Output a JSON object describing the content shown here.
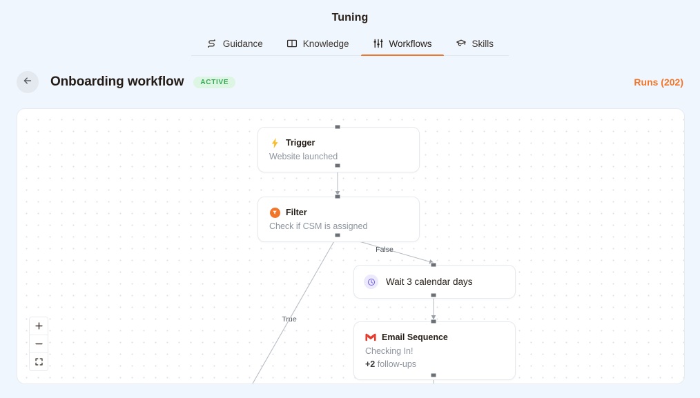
{
  "page": {
    "title": "Tuning",
    "background": "#eff6fd"
  },
  "tabs": [
    {
      "label": "Guidance",
      "icon": "route-icon",
      "active": false
    },
    {
      "label": "Knowledge",
      "icon": "book-icon",
      "active": false
    },
    {
      "label": "Workflows",
      "icon": "sliders-icon",
      "active": true
    },
    {
      "label": "Skills",
      "icon": "graduation-cap-icon",
      "active": false
    }
  ],
  "tabs_accent": "#f2762a",
  "workflow_header": {
    "back_icon": "arrow-left-icon",
    "title": "Onboarding workflow",
    "status_badge": "ACTIVE",
    "status_color": "#34a853",
    "runs_link": "Runs (202)",
    "runs_color": "#f2762a"
  },
  "canvas": {
    "controls": {
      "zoom_in": "+",
      "zoom_out": "−",
      "fit_view": "fit-screen-icon"
    },
    "nodes": [
      {
        "id": "trigger",
        "icon": "lightning-bolt-icon",
        "title": "Trigger",
        "subtitle": "Website launched"
      },
      {
        "id": "filter",
        "icon": "filter-funnel-icon",
        "title": "Filter",
        "subtitle": "Check if CSM is assigned"
      },
      {
        "id": "wait",
        "icon": "clock-icon",
        "title": "Wait 3 calendar days"
      },
      {
        "id": "email",
        "icon": "gmail-icon",
        "title": "Email Sequence",
        "subtitle": "Checking In!",
        "extra_count": "+2",
        "extra_label": "follow-ups"
      }
    ],
    "edge_labels": {
      "false": "False",
      "true": "True"
    }
  }
}
